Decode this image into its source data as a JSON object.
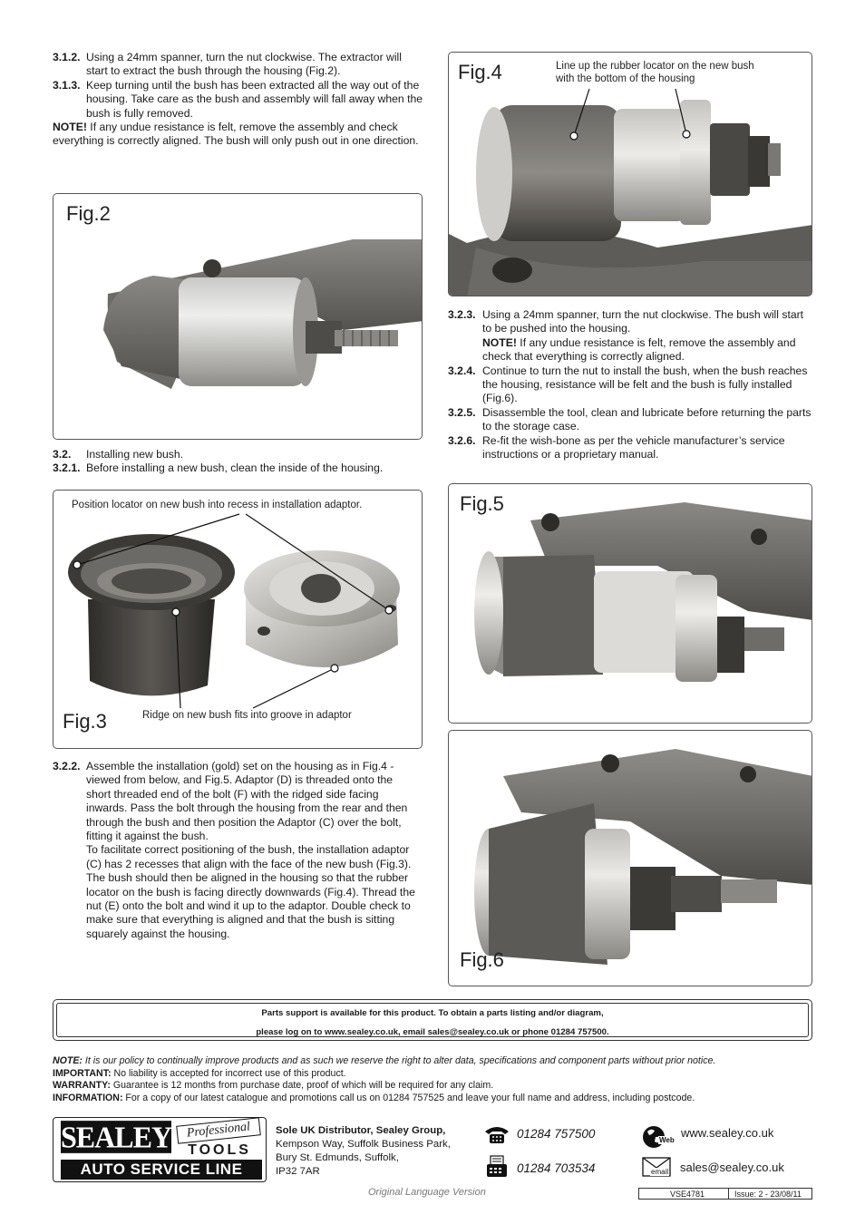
{
  "top_left": {
    "steps": [
      {
        "num": "3.1.2.",
        "text": "Using a 24mm spanner, turn the nut clockwise. The extractor will start to extract the bush through the housing (Fig.2)."
      },
      {
        "num": "3.1.3.",
        "text": "Keep turning until the bush has been extracted all the way out of the housing. Take care as the bush and assembly will fall away when the bush is fully removed."
      }
    ],
    "note_label": "NOTE!",
    "note_text": " If any undue resistance is felt, remove the assembly and check everything is correctly aligned. The bush will only push out in one direction."
  },
  "fig2": {
    "label": "Fig.2"
  },
  "section_32": {
    "steps": [
      {
        "num": "3.2.",
        "text": "Installing new bush."
      },
      {
        "num": "3.2.1.",
        "text": "Before installing a new bush, clean the inside of the housing."
      }
    ]
  },
  "fig3": {
    "label": "Fig.3",
    "caption_top": "Position locator on new bush into recess in installation adaptor.",
    "caption_bottom": "Ridge on new bush fits into groove in adaptor"
  },
  "step_322": {
    "num": "3.2.2.",
    "text1": "Assemble the installation (gold) set on the housing as in Fig.4 - viewed from below, and Fig.5. Adaptor (D) is threaded onto the short threaded end of the bolt (F) with the ridged side facing inwards. Pass the bolt through the housing from the rear and then through the bush and then position the Adaptor (C) over the bolt, fitting it against the bush.",
    "text2": "To facilitate correct positioning of the bush, the installation adaptor (C) has 2 recesses that align with the face of the new bush (Fig.3). The bush should then be aligned in the housing so that the rubber locator on the bush is facing directly downwards (Fig.4). Thread the nut (E) onto the bolt and wind it up to the adaptor. Double check to make sure that everything is aligned and that the bush is sitting squarely against the housing."
  },
  "fig4": {
    "label": "Fig.4",
    "caption": "Line up the rubber locator on the new bush with the bottom of the housing"
  },
  "right_steps": [
    {
      "num": "3.2.3.",
      "text": "Using a 24mm spanner, turn the nut clockwise. The bush will start to be pushed into the housing.",
      "note_label": "NOTE!",
      "note_text": " If any undue resistance is felt, remove the assembly and check that everything is correctly aligned."
    },
    {
      "num": "3.2.4.",
      "text": "Continue to turn the nut to install the bush, when the bush reaches the housing, resistance will be felt and the bush is fully installed (Fig.6)."
    },
    {
      "num": "3.2.5.",
      "text": "Disassemble the tool, clean and lubricate before returning the parts to the storage case."
    },
    {
      "num": "3.2.6.",
      "text": "Re-fit the wish-bone as per the vehicle manufacturer’s service instructions or a proprietary manual."
    }
  ],
  "fig5": {
    "label": "Fig.5"
  },
  "fig6": {
    "label": "Fig.6"
  },
  "support": {
    "line1": "Parts support is available for this product. To obtain a parts listing and/or diagram,",
    "line2": "please log on to www.sealey.co.uk, email sales@sealey.co.uk or phone 01284 757500."
  },
  "notes": [
    {
      "label": "NOTE:",
      "text": " It is our policy to continually improve products and as such we reserve the right to alter data, specifications and component parts without prior notice.",
      "italic": true
    },
    {
      "label": "IMPORTANT:",
      "text": " No liability is accepted for incorrect use of this product.",
      "italic": false
    },
    {
      "label": "WARRANTY:",
      "text": " Guarantee is 12 months from purchase date, proof of which will be required for any claim.",
      "italic": false
    },
    {
      "label": "INFORMATION:",
      "text": " For a copy of our latest catalogue and promotions call us on 01284 757525 and leave your full name and address, including postcode.",
      "italic": false
    }
  ],
  "logo": {
    "brand": "SEALEY",
    "professional": "Professional",
    "tools": "TOOLS",
    "line": "AUTO SERVICE LINE"
  },
  "distributor": {
    "title": "Sole UK Distributor, Sealey Group,",
    "lines": [
      "Kempson Way, Suffolk Business Park,",
      "Bury St. Edmunds, Suffolk,",
      "IP32 7AR"
    ]
  },
  "contact": {
    "phone": "01284 757500",
    "fax": "01284 703534",
    "web": "www.sealey.co.uk",
    "email": "sales@sealey.co.uk",
    "web_icon_label": "Web",
    "email_icon_label": "email"
  },
  "footer": {
    "language": "Original Language Version",
    "code": "VSE4781",
    "issue": "Issue: 2 - 23/08/11"
  },
  "colors": {
    "metal_light": "#d8d8d6",
    "metal_dark": "#6e6c68",
    "casting": "#7a7874",
    "rubber": "#3c3a37"
  }
}
